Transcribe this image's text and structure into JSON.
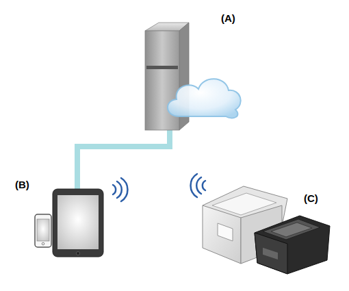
{
  "diagram": {
    "labels": [
      "(A)",
      "(B)",
      "(C)"
    ]
  }
}
